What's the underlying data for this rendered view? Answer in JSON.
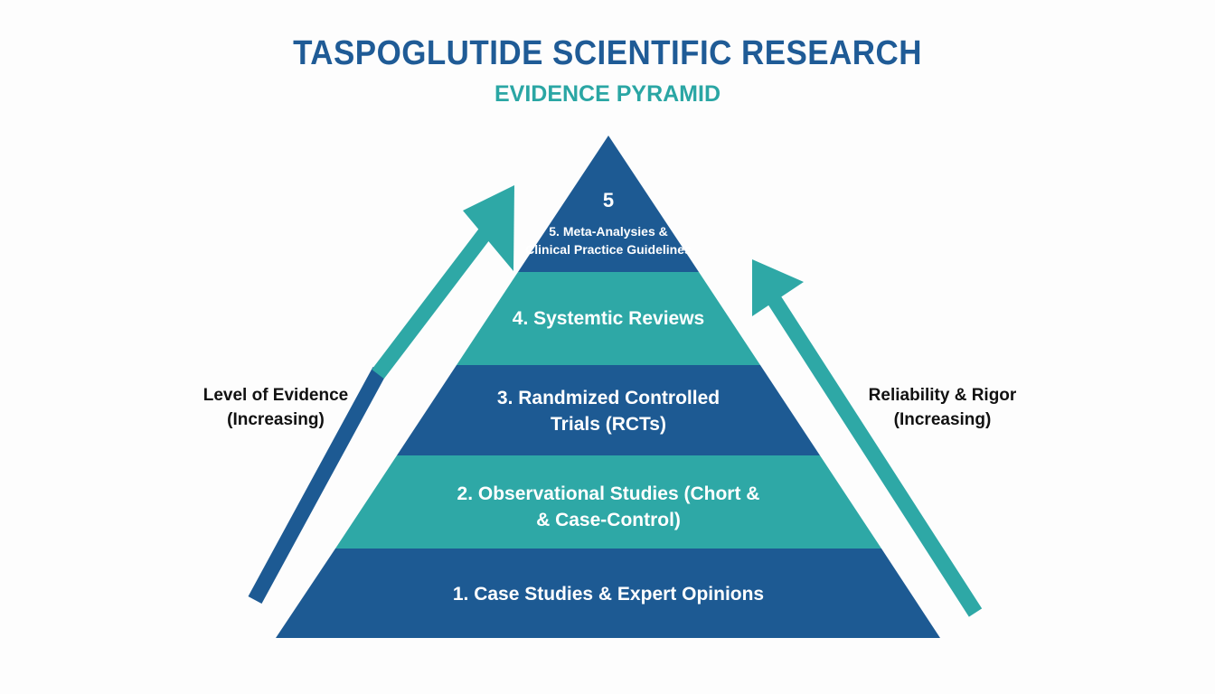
{
  "title": "TASPOGLUTIDE SCIENTIFIC RESEARCH",
  "subtitle": "EVIDENCE PYRAMID",
  "colors": {
    "dark_blue": "#1d5a93",
    "teal": "#2ea8a6",
    "title": "#1f5b96"
  },
  "pyramid": {
    "top_number": "5",
    "levels": [
      {
        "line1": "5. Meta-Analysies &",
        "line2": "Clinical Practice Guidelines"
      },
      {
        "line1": "4. Systemtic Reviews",
        "line2": ""
      },
      {
        "line1": "3. Randmized Controlled",
        "line2": "Trials (RCTs)"
      },
      {
        "line1": "2. Observational Studies (Chort &",
        "line2": "& Case-Control)"
      },
      {
        "line1": "1. Case Studies & Expert Opinions",
        "line2": ""
      }
    ]
  },
  "left_axis": {
    "line1": "Level of Evidence",
    "line2": "(Increasing)"
  },
  "right_axis": {
    "line1": "Reliability & Rigor",
    "line2": "(Increasing)"
  }
}
